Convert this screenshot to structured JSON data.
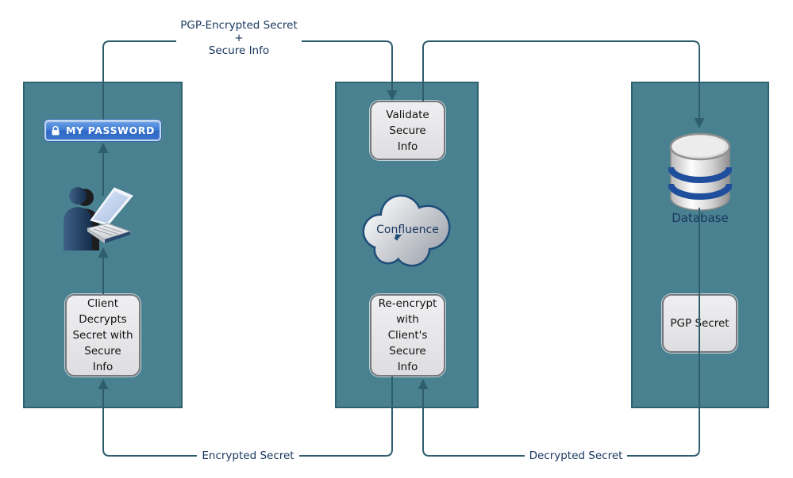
{
  "flows": {
    "top": {
      "line1": "PGP-Encrypted Secret",
      "line2": "+",
      "line3": "Secure Info"
    },
    "encrypted": "Encrypted Secret",
    "decrypted": "Decrypted Secret"
  },
  "client": {
    "password_button": "MY PASSWORD",
    "decrypt_box": "Client\nDecrypts\nSecret with\nSecure\nInfo"
  },
  "confluence": {
    "validate_box": "Validate\nSecure\nInfo",
    "cloud": "Confluence",
    "reencrypt_box": "Re-encrypt\nwith\nClient's\nSecure\nInfo"
  },
  "storage": {
    "database": "Database",
    "pgp_box": "PGP Secret"
  },
  "colors": {
    "column_fill": "#4A8191",
    "column_border": "#2F6170",
    "connector": "#2E5D6E",
    "label_text": "#17365D",
    "box_fill": "#E6E6E8",
    "box_border": "#75797D",
    "button_blue": "#3F7CD4",
    "cloud_border": "#1F4E79",
    "db_stripe": "#1F4E9C"
  }
}
